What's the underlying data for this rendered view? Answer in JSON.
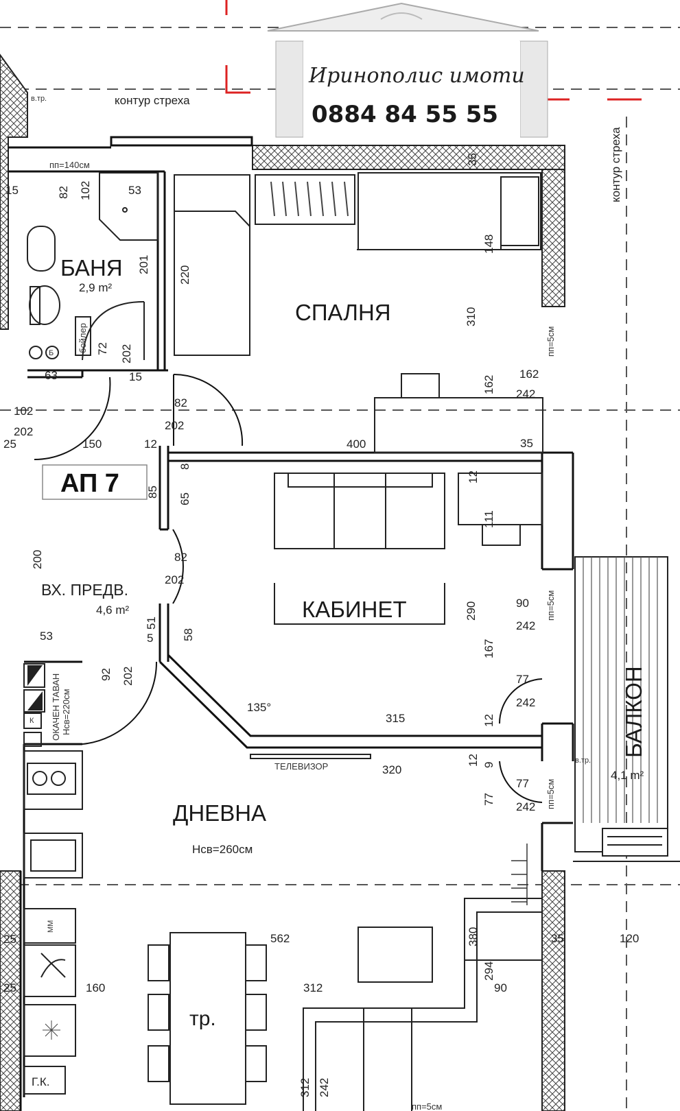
{
  "logo": {
    "name": "Иринополис имоти",
    "phone": "0884 84 55 55"
  },
  "apartment": "АП 7",
  "rooms": {
    "bath": {
      "name": "БАНЯ",
      "area": "2,9 m²"
    },
    "bedroom": {
      "name": "СПАЛНЯ"
    },
    "entrance": {
      "name": "ВХ. ПРЕДВ.",
      "area": "4,6 m²"
    },
    "office": {
      "name": "КАБИНЕТ"
    },
    "living": {
      "name": "ДНЕВНА",
      "height": "Нсв=260см"
    },
    "balcony": {
      "name": "БАЛКОН",
      "area": "4,1 m²"
    }
  },
  "labels": {
    "roof_contour_top": "контур стреха",
    "roof_contour_right": "контур стреха",
    "false_ceiling": "ОКАЧЕН ТАВАН",
    "false_ceiling_h": "Нсв=220см",
    "tv": "ТЕЛЕВИЗОР",
    "table": "тр.",
    "boiler": "бойлер",
    "vtr1": "в.тр.",
    "vtr2": "в.тр.",
    "pp140": "пп=140см",
    "pp5_1": "пп=5см",
    "pp5_2": "пп=5см",
    "pp5_3": "пп=5см",
    "pp5_4": "пп=5см",
    "gk": "Г.К.",
    "mm": "ММ",
    "angle": "135°",
    "k": "К",
    "b": "Б"
  },
  "dims": {
    "d15a": "15",
    "d82a": "82",
    "d102a": "102",
    "d53a": "53",
    "d201": "201",
    "d72": "72",
    "d202a": "202",
    "d63": "63",
    "d15b": "15",
    "d220": "220",
    "d148": "148",
    "d310": "310",
    "d162a": "162",
    "d162b": "162",
    "d242a": "242",
    "d35a": "35",
    "d102b": "102",
    "d202b": "202",
    "d82b": "82",
    "d202c": "202",
    "d25a": "25",
    "d150": "150",
    "d12a": "12",
    "d400": "400",
    "d35b": "35",
    "d8": "8",
    "d85": "85",
    "d65": "65",
    "d12b": "12",
    "d111": "111",
    "d200": "200",
    "d82c": "82",
    "d202d": "202",
    "d290": "290",
    "d90a": "90",
    "d242b": "242",
    "d51": "51",
    "d5": "5",
    "d58": "58",
    "d53b": "53",
    "d167": "167",
    "d92": "92",
    "d202e": "202",
    "d77a": "77",
    "d242c": "242",
    "d315": "315",
    "d12c": "12",
    "d12d": "12",
    "d320": "320",
    "d9": "9",
    "d77b": "77",
    "d77c": "77",
    "d242d": "242",
    "d25b": "25",
    "d562": "562",
    "d380": "380",
    "d35c": "35",
    "d120": "120",
    "d294": "294",
    "d25c": "25",
    "d160": "160",
    "d312a": "312",
    "d90b": "90",
    "d312b": "312",
    "d242e": "242"
  }
}
